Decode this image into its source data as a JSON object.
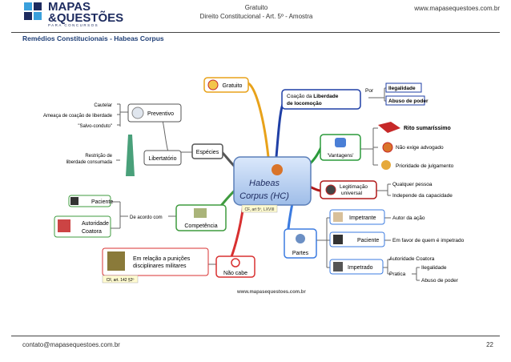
{
  "header": {
    "logo_line1": "MAPAS",
    "logo_line2": "&QUESTÕES",
    "logo_tagline": "PARA CONCURSOS",
    "center_line1": "Gratuito",
    "center_line2": "Direito Constitucional - Art. 5º - Amostra",
    "url": "www.mapasequestoes.com.br"
  },
  "subtitle": "Remédios Constitucionais - Habeas Corpus",
  "footer": {
    "email": "contato@mapasequestoes.com.br",
    "page": "22"
  },
  "map": {
    "center_line1": "Habeas",
    "center_line2": "Corpus (HC)",
    "center_ref": "CF, art 5º, LXVIII",
    "gratuito": "Gratuito",
    "coacao_pre": "Coação da ",
    "coacao_bold1": "Liberdade",
    "coacao_bold2": "de locomoção",
    "por": "Por",
    "ilegalidade": "Ilegalidade",
    "abuso_poder": "Abuso de poder",
    "vantagens": "'Vantagens'",
    "rito": "Rito sumaríssimo",
    "nao_exige": "Não exige advogado",
    "prioridade": "Prioridade de julgamento",
    "legitimacao_1": "Legitimação",
    "legitimacao_2": "universal",
    "qualquer_pessoa": "Qualquer pessoa",
    "independe": "Independe da capacidade",
    "partes": "Partes",
    "impetrante": "Impetrante",
    "autor_acao": "Autor da ação",
    "paciente_r": "Paciente",
    "em_favor": "Em favor de quem é impetrado",
    "impetrado": "Impetrado",
    "autoridade_coatora_r": "Autoridade Coatora",
    "pratica": "Pratica",
    "ilegalidade_r": "Ilegalidade",
    "abuso_poder_r": "Abuso de poder",
    "especies": "Espécies",
    "preventivo": "Preventivo",
    "cautelar": "Cautelar",
    "ameaca": "Ameaça de coação de liberdade",
    "salvo": "\"Salvo-conduto\"",
    "libertatorio": "Libertatório",
    "restricao_1": "Restrição de",
    "restricao_2": "liberdade consumada",
    "competencia": "Competência",
    "de_acordo": "De acordo com",
    "paciente_l": "Paciente",
    "autoridade_l1": "Autoridade",
    "autoridade_l2": "Coatora",
    "nao_cabe": "Não cabe",
    "em_relacao_1": "Em relação a punições",
    "em_relacao_2": "disciplinares militares",
    "cf_142": "CF, art. 142 §2º",
    "watermark": "www.mapasequestoes.com.br"
  }
}
